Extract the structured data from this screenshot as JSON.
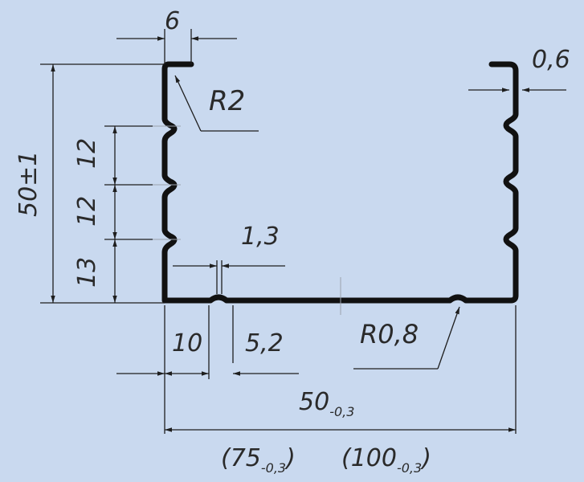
{
  "drawing": {
    "colors": {
      "background": "#c9d9ef",
      "profile": "#111111",
      "dimension_line": "#1e1e1e"
    },
    "dimensions": {
      "flange": "6",
      "thickness": "0,6",
      "radius_top": "R2",
      "height": "50±1",
      "pitch_a": "12",
      "pitch_b": "12",
      "pitch_c": "13",
      "groove_width": "1,3",
      "offset": "10",
      "groove_span": "5,2",
      "radius_bottom": "R0,8",
      "width_base": "50",
      "width_base_tol": "-0,3",
      "width_alt1_open": "(75",
      "width_alt1_tol": "-0,3",
      "width_alt1_close": ")",
      "width_alt2_open": "(100",
      "width_alt2_tol": "-0,3",
      "width_alt2_close": ")"
    }
  }
}
